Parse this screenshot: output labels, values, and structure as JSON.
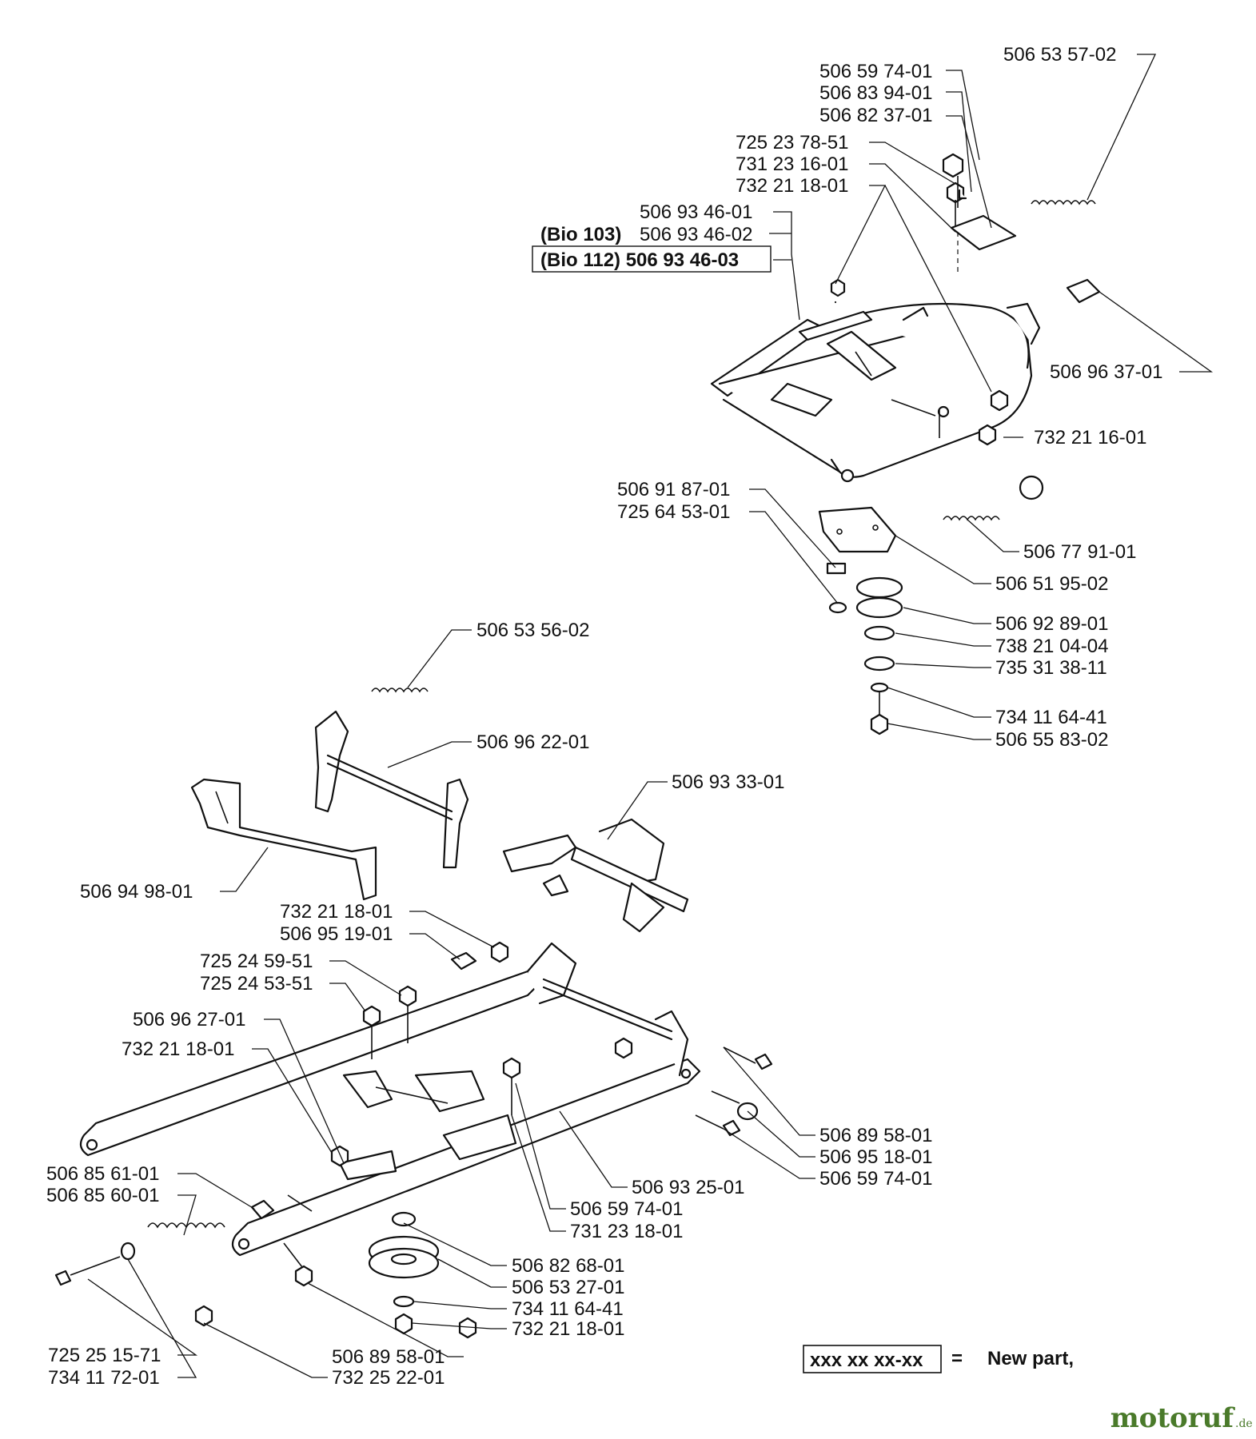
{
  "part_numbers": {
    "p_506_53_57_02": "506 53 57-02",
    "p_506_59_74_01_top": "506 59 74-01",
    "p_506_83_94_01": "506 83 94-01",
    "p_506_82_37_01": "506 82 37-01",
    "p_725_23_78_51": "725 23 78-51",
    "p_731_23_16_01": "731 23 16-01",
    "p_732_21_18_01_top": "732 21 18-01",
    "p_506_93_46_01": "506 93 46-01",
    "p_506_93_46_02_prefix": "(Bio 103)",
    "p_506_93_46_02": "506 93 46-02",
    "p_506_93_46_03": "(Bio 112) 506 93 46-03",
    "p_506_96_37_01": "506 96 37-01",
    "p_732_21_16_01": "732 21 16-01",
    "p_506_91_87_01": "506 91 87-01",
    "p_725_64_53_01": "725 64 53-01",
    "p_506_77_91_01": "506 77 91-01",
    "p_506_51_95_02": "506 51 95-02",
    "p_506_92_89_01": "506 92 89-01",
    "p_738_21_04_04": "738 21 04-04",
    "p_735_31_38_11": "735 31 38-11",
    "p_734_11_64_41_top": "734 11 64-41",
    "p_506_55_83_02": "506 55 83-02",
    "p_506_53_56_02": "506 53 56-02",
    "p_506_96_22_01": "506 96 22-01",
    "p_506_93_33_01": "506 93 33-01",
    "p_506_94_98_01": "506 94 98-01",
    "p_732_21_18_01_mid": "732 21 18-01",
    "p_506_95_19_01": "506 95 19-01",
    "p_725_24_59_51": "725 24 59-51",
    "p_725_24_53_51": "725 24 53-51",
    "p_506_96_27_01": "506 96 27-01",
    "p_732_21_18_01_left": "732 21 18-01",
    "p_506_89_58_01_right": "506 89 58-01",
    "p_506_95_18_01": "506 95 18-01",
    "p_506_59_74_01_right": "506 59 74-01",
    "p_506_85_61_01": "506 85 61-01",
    "p_506_85_60_01": "506 85 60-01",
    "p_506_93_25_01": "506 93 25-01",
    "p_506_59_74_01_mid": "506 59 74-01",
    "p_731_23_18_01": "731 23 18-01",
    "p_506_82_68_01": "506 82 68-01",
    "p_506_53_27_01": "506 53 27-01",
    "p_734_11_64_41_bottom": "734 11 64-41",
    "p_732_21_18_01_bottom": "732 21 18-01",
    "p_725_25_15_71": "725 25 15-71",
    "p_734_11_72_01": "734 11 72-01",
    "p_506_89_58_01_bottom": "506 89 58-01",
    "p_732_25_22_01": "732 25 22-01"
  },
  "legend": {
    "code": "xxx xx xx-xx",
    "equals": "=",
    "text": "New part,"
  },
  "watermark": {
    "brand": "motoruf",
    "tld": ".de"
  },
  "colors": {
    "ink": "#111111",
    "logo_green": "#4a7a2a",
    "logo_red": "#c0392b"
  }
}
